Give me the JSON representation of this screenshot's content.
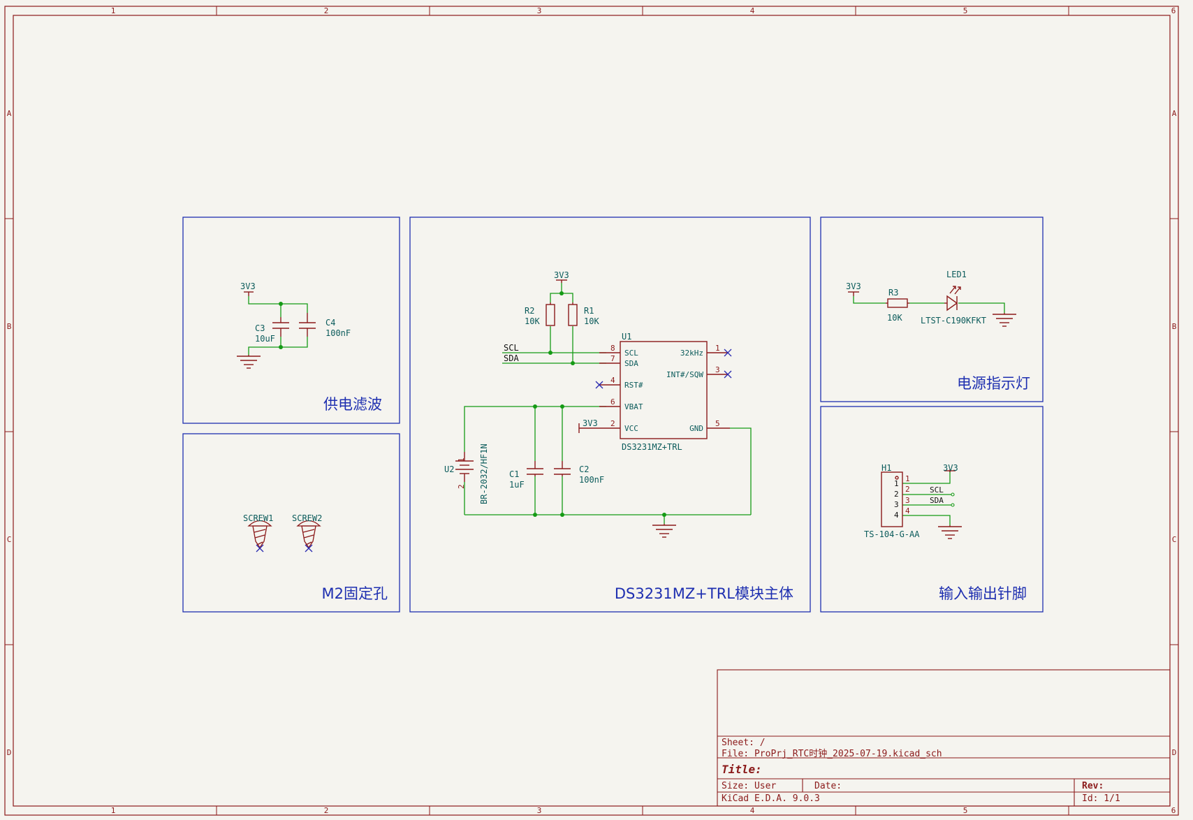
{
  "colors": {
    "background": "#f5f4ef",
    "frame": "#8b1a1a",
    "box": "#1e2fb0",
    "wire": "#159a15",
    "junction": "#159a15",
    "symbol": "#8b1a1a",
    "ref_text": "#0b5b5b",
    "net_text": "#111111",
    "pin_num": "#8b1a1a",
    "noconnect": "#2a2ab0"
  },
  "frame": {
    "columns": [
      "1",
      "2",
      "3",
      "4",
      "5",
      "6"
    ],
    "rows": [
      "A",
      "B",
      "C",
      "D"
    ]
  },
  "sections": {
    "power_filter": "供电滤波",
    "mount_holes": "M2固定孔",
    "main_module": "DS3231MZ+TRL模块主体",
    "power_led": "电源指示灯",
    "io_header": "输入输出针脚"
  },
  "power_filter": {
    "net_3v3": "3V3",
    "c3_ref": "C3",
    "c3_val": "10uF",
    "c4_ref": "C4",
    "c4_val": "100nF"
  },
  "mount_holes": {
    "screw1": "SCREW1",
    "screw2": "SCREW2"
  },
  "main_module": {
    "net_3v3_top": "3V3",
    "r2_ref": "R2",
    "r2_val": "10K",
    "r1_ref": "R1",
    "r1_val": "10K",
    "net_scl": "SCL",
    "net_sda": "SDA",
    "u1_ref": "U1",
    "u1_val": "DS3231MZ+TRL",
    "pins_left": [
      {
        "num": "8",
        "name": "SCL"
      },
      {
        "num": "7",
        "name": "SDA"
      },
      {
        "num": "4",
        "name": "RST#"
      },
      {
        "num": "6",
        "name": "VBAT"
      },
      {
        "num": "2",
        "name": "VCC"
      }
    ],
    "pins_right": [
      {
        "num": "1",
        "name": "32kHz"
      },
      {
        "num": "3",
        "name": "INT#/SQW"
      },
      {
        "num": "5",
        "name": "GND"
      }
    ],
    "net_3v3_vcc": "3V3",
    "u2_ref": "U2",
    "u2_val": "BR-2032/HF1N",
    "u2_pin1": "1",
    "u2_pin2": "2",
    "c1_ref": "C1",
    "c1_val": "1uF",
    "c2_ref": "C2",
    "c2_val": "100nF"
  },
  "power_led": {
    "net_3v3": "3V3",
    "r3_ref": "R3",
    "r3_val": "10K",
    "led_ref": "LED1",
    "led_val": "LTST-C190KFKT"
  },
  "io_header": {
    "h1_ref": "H1",
    "h1_val": "TS-104-G-AA",
    "net_3v3": "3V3",
    "pins": [
      {
        "num": "1",
        "pin": "1",
        "net": ""
      },
      {
        "num": "2",
        "pin": "2",
        "net": "SCL"
      },
      {
        "num": "3",
        "pin": "3",
        "net": "SDA"
      },
      {
        "num": "4",
        "pin": "4",
        "net": ""
      }
    ]
  },
  "title_block": {
    "sheet": "Sheet: /",
    "file": "File: ProPrj_RTC时钟_2025-07-19.kicad_sch",
    "title_label": "Title:",
    "size": "Size: User",
    "date": "Date:",
    "rev": "Rev:",
    "tool": "KiCad E.D.A. 9.0.3",
    "id": "Id: 1/1"
  }
}
